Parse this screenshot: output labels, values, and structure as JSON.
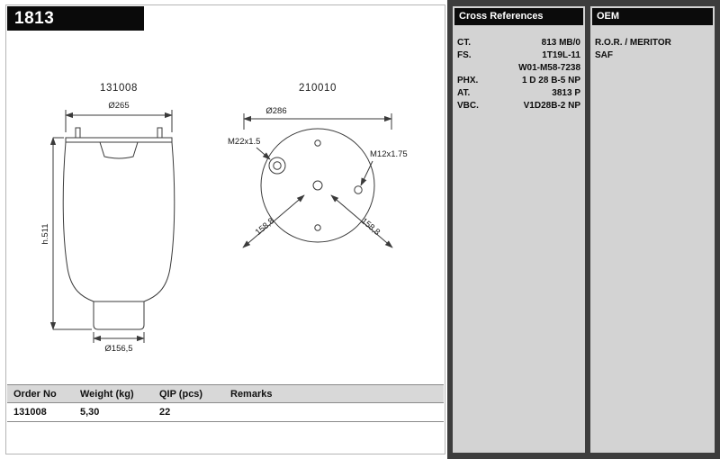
{
  "page": {
    "part_number": "1813"
  },
  "drawing": {
    "side_view": {
      "title": "131008",
      "dim_top_diameter": "Ø265",
      "dim_height": "h.511",
      "dim_bottom_diameter": "Ø156,5"
    },
    "top_view": {
      "title": "210010",
      "dim_diameter": "Ø286",
      "thread_port": "M22x1.5",
      "thread_stud": "M12x1.75",
      "dim_diag_left": "158,8",
      "dim_diag_right": "158,8"
    }
  },
  "order_table": {
    "headers": [
      "Order No",
      "Weight (kg)",
      "QIP (pcs)",
      "Remarks"
    ],
    "row": {
      "order_no": "131008",
      "weight": "5,30",
      "qip": "22",
      "remarks": ""
    }
  },
  "cross_references": {
    "title": "Cross References",
    "rows": [
      {
        "label": "CT.",
        "value": "813 MB/0"
      },
      {
        "label": "FS.",
        "value": "1T19L-11"
      },
      {
        "label": "",
        "value": "W01-M58-7238"
      },
      {
        "label": "PHX.",
        "value": "1 D 28 B-5 NP"
      },
      {
        "label": "AT.",
        "value": "3813 P"
      },
      {
        "label": "VBC.",
        "value": "V1D28B-2 NP"
      }
    ]
  },
  "oem": {
    "title": "OEM",
    "items": [
      "R.O.R. / MERITOR",
      "SAF"
    ]
  },
  "colors": {
    "accent_dark": "#0a0a0a",
    "sidebar_bg": "#3d3d3d",
    "panel_bg": "#d3d3d3",
    "table_header_bg": "#d8d8d8"
  }
}
